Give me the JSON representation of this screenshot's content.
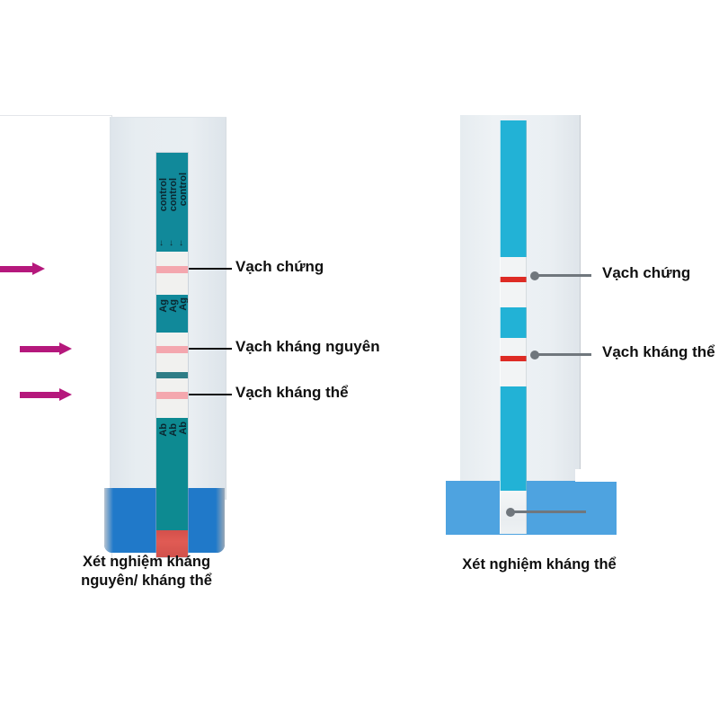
{
  "figure": {
    "type": "diagram",
    "subject": "rapid-test-strip-comparison",
    "background": "#ffffff"
  },
  "left_panel": {
    "caption_line1": "Xét nghiệm kháng",
    "caption_line2": "nguyên/ kháng thể",
    "strip_marks": {
      "control_label": "control",
      "antigen_label": "Ag",
      "antibody_label": "Ab",
      "arrow_glyph": "↓"
    },
    "callouts": [
      {
        "label": "Vạch chứng"
      },
      {
        "label": "Vạch kháng nguyên"
      },
      {
        "label": "Vạch kháng thể"
      }
    ],
    "colors": {
      "cassette_body": "#e4eaef",
      "cassette_base": "#2079c9",
      "strip_teal": "#11899a",
      "test_line_pink": "#f4a7ae",
      "divider_teal": "#2e7d86",
      "sample_pad_red": "#d94b46",
      "arrow_magenta": "#b5187c",
      "leader_black": "#0d0d0d"
    }
  },
  "right_panel": {
    "caption": "Xét nghiệm kháng thể",
    "callouts": [
      {
        "label": "Vạch chứng"
      },
      {
        "label": "Vạch kháng thể"
      }
    ],
    "colors": {
      "panel_body": "#eaeff3",
      "base_blue": "#4ea3e0",
      "strip_cyan": "#22b2d6",
      "test_line_red": "#de2b24",
      "leader_gray": "#70777d"
    }
  }
}
